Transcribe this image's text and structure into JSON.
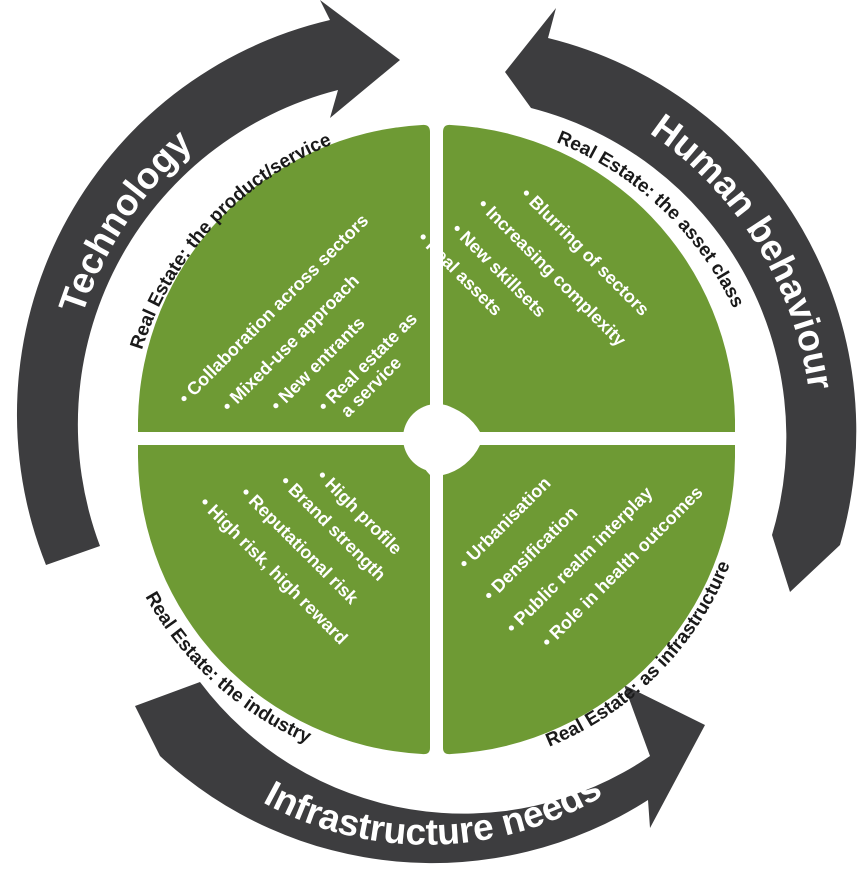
{
  "rings": [
    {
      "id": "technology",
      "label": "Technology"
    },
    {
      "id": "human",
      "label": "Human behaviour"
    },
    {
      "id": "infrastructure",
      "label": "Infrastructure needs"
    }
  ],
  "quadrants": {
    "top_left": {
      "title": "Real Estate: the product/service",
      "bullets": [
        "• Collaboration across sectors",
        "• Mixed-use approach",
        "• New entrants",
        "• Real estate as",
        "a service"
      ]
    },
    "top_right": {
      "title": "Real Estate: the asset class",
      "bullets": [
        "• Blurring of sectors",
        "• Increasing complexity",
        "• New skillsets",
        "• Real assets"
      ]
    },
    "bottom_left": {
      "title": "Real Estate: the industry",
      "bullets": [
        "• High profile",
        "• Brand strength",
        "• Reputational risk",
        "• High risk, high reward"
      ]
    },
    "bottom_right": {
      "title": "Real Estate: as infrastructure",
      "bullets": [
        "• Urbanisation",
        "• Densification",
        "• Public realm interplay",
        "• Role in health outcomes"
      ]
    }
  },
  "colors": {
    "ring": "#3d3d3f",
    "quadrant": "#6e9a34",
    "bullet_text": "#ffffff",
    "title_text": "#1a1a1a"
  }
}
